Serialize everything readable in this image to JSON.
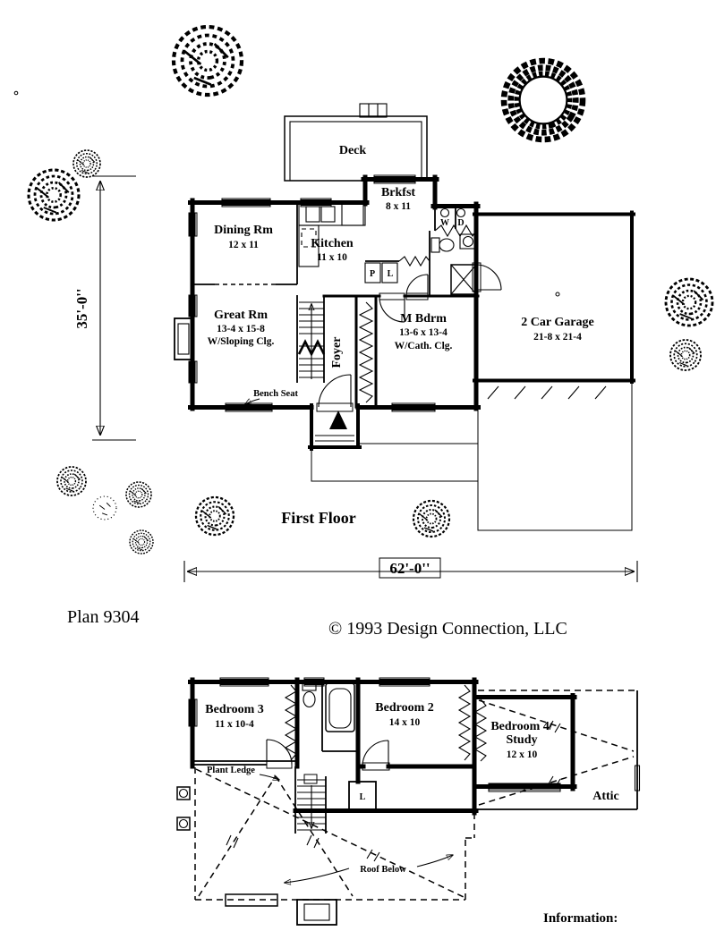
{
  "plan": {
    "title": "Plan 9304",
    "copyright": "©  1993 Design Connection, LLC",
    "information_label": "Information:"
  },
  "first_floor": {
    "caption": "First Floor",
    "dim_width": "62'-0''",
    "dim_height": "35'-0''",
    "deck": {
      "name": "Deck"
    },
    "brkfst": {
      "name": "Brkfst",
      "size": "8 x 11"
    },
    "dining": {
      "name": "Dining Rm",
      "size": "12 x 11"
    },
    "kitchen": {
      "name": "Kitchen",
      "size": "11 x 10"
    },
    "great_rm": {
      "name": "Great Rm",
      "size": "13-4 x 15-8",
      "note": "W/Sloping Clg."
    },
    "m_bdrm": {
      "name": "M Bdrm",
      "size": "13-6 x 13-4",
      "note": "W/Cath. Clg."
    },
    "garage": {
      "name": "2 Car Garage",
      "size": "21-8 x 21-4"
    },
    "foyer": {
      "name": "Foyer"
    },
    "bench_seat": {
      "name": "Bench Seat"
    },
    "washer": "W",
    "dryer": "D",
    "pantry": "P",
    "linen": "L"
  },
  "second_floor": {
    "bedroom3": {
      "name": "Bedroom 3",
      "size": "11 x 10-4"
    },
    "bedroom2": {
      "name": "Bedroom 2",
      "size": "14 x 10"
    },
    "bedroom4": {
      "name": "Bedroom 4/",
      "name2": "Study",
      "size": "12 x 10"
    },
    "attic": {
      "name": "Attic"
    },
    "plant_ledge": {
      "name": "Plant Ledge"
    },
    "roof_below": {
      "name": "Roof Below"
    },
    "linen": "L"
  }
}
